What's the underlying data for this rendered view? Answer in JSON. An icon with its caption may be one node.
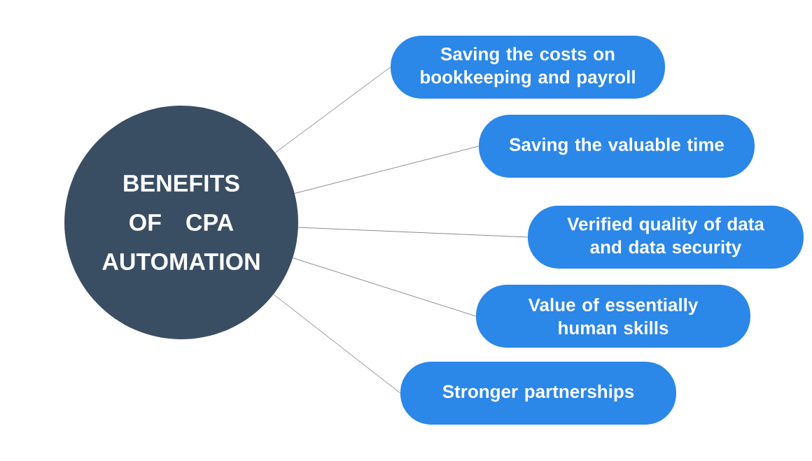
{
  "diagram": {
    "nodes": [
      {
        "text": [
          "BENEFITS OF CPA AUTOMATION"
        ]
      },
      {
        "text": [
          "Saving the costs on bookkeeping and payroll"
        ]
      },
      {
        "text": [
          "Saving the valuable time"
        ]
      },
      {
        "text": [
          "Verified quality of data and data security"
        ]
      },
      {
        "text": [
          "Value of essentially human skills"
        ]
      },
      {
        "text": [
          "Stronger partnerships"
        ]
      }
    ],
    "edges": [
      {
        "from": 0,
        "to": 1,
        "arrow": "none"
      },
      {
        "from": 0,
        "to": 2,
        "arrow": "none"
      },
      {
        "from": 0,
        "to": 3,
        "arrow": "none"
      },
      {
        "from": 0,
        "to": 4,
        "arrow": "none"
      },
      {
        "from": 0,
        "to": 5,
        "arrow": "none"
      }
    ]
  }
}
